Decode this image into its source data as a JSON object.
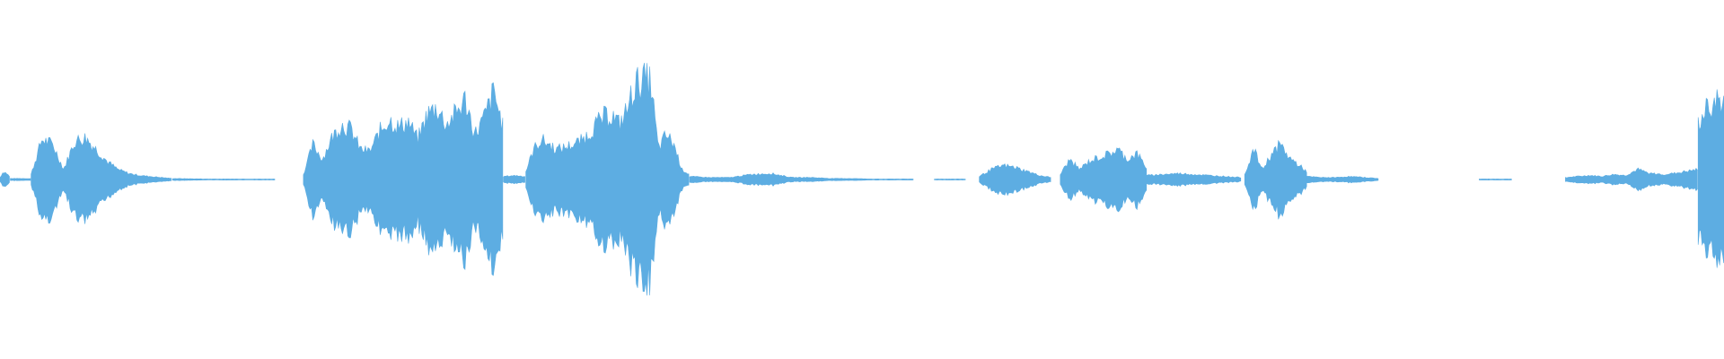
{
  "waveform": {
    "color": "#5dade2",
    "background": "#ffffff",
    "duration_fraction_note": "",
    "segments": [
      {
        "start": 0.0,
        "end": 0.006,
        "envelope": [
          0.02,
          0.08,
          0.06,
          0.02
        ]
      },
      {
        "start": 0.006,
        "end": 0.018,
        "envelope": [
          0.01,
          0.01,
          0.01
        ]
      },
      {
        "start": 0.018,
        "end": 0.1,
        "envelope": [
          0.05,
          0.4,
          0.35,
          0.1,
          0.38,
          0.42,
          0.3,
          0.18,
          0.1,
          0.06,
          0.04,
          0.03,
          0.02,
          0.01
        ]
      },
      {
        "start": 0.1,
        "end": 0.16,
        "envelope": [
          0.01,
          0.005,
          0.005,
          0.005
        ]
      },
      {
        "start": 0.176,
        "end": 0.292,
        "envelope": [
          0.05,
          0.35,
          0.2,
          0.42,
          0.55,
          0.5,
          0.3,
          0.28,
          0.48,
          0.6,
          0.52,
          0.58,
          0.4,
          0.65,
          0.72,
          0.55,
          0.66,
          0.8,
          0.45,
          0.62,
          0.88,
          0.5
        ]
      },
      {
        "start": 0.292,
        "end": 0.305,
        "envelope": [
          0.03,
          0.04,
          0.03
        ]
      },
      {
        "start": 0.305,
        "end": 0.4,
        "envelope": [
          0.08,
          0.3,
          0.4,
          0.35,
          0.3,
          0.32,
          0.35,
          0.38,
          0.45,
          0.55,
          0.62,
          0.65,
          0.55,
          0.7,
          0.95,
          1.0,
          0.98,
          0.3,
          0.45,
          0.35,
          0.1,
          0.05
        ]
      },
      {
        "start": 0.4,
        "end": 0.53,
        "envelope": [
          0.03,
          0.02,
          0.02,
          0.05,
          0.06,
          0.02,
          0.02,
          0.01,
          0.01,
          0.005,
          0.005,
          0.005
        ]
      },
      {
        "start": 0.542,
        "end": 0.56,
        "envelope": [
          0.005,
          0.005,
          0.005
        ]
      },
      {
        "start": 0.568,
        "end": 0.61,
        "envelope": [
          0.03,
          0.1,
          0.14,
          0.12,
          0.08,
          0.04,
          0.02
        ]
      },
      {
        "start": 0.615,
        "end": 0.665,
        "envelope": [
          0.05,
          0.2,
          0.1,
          0.18,
          0.22,
          0.25,
          0.3,
          0.2,
          0.26,
          0.12
        ]
      },
      {
        "start": 0.665,
        "end": 0.72,
        "envelope": [
          0.04,
          0.05,
          0.06,
          0.05,
          0.04,
          0.03,
          0.02
        ]
      },
      {
        "start": 0.722,
        "end": 0.758,
        "envelope": [
          0.05,
          0.3,
          0.1,
          0.25,
          0.35,
          0.22,
          0.15,
          0.08
        ]
      },
      {
        "start": 0.758,
        "end": 0.8,
        "envelope": [
          0.03,
          0.02,
          0.02,
          0.03,
          0.02,
          0.01
        ]
      },
      {
        "start": 0.858,
        "end": 0.877,
        "envelope": [
          0.005,
          0.005
        ]
      },
      {
        "start": 0.908,
        "end": 0.985,
        "envelope": [
          0.02,
          0.03,
          0.04,
          0.03,
          0.05,
          0.04,
          0.1,
          0.06,
          0.05,
          0.06,
          0.08,
          0.1
        ]
      },
      {
        "start": 0.985,
        "end": 1.0,
        "envelope": [
          0.55,
          0.7,
          0.8,
          0.75
        ]
      }
    ]
  }
}
